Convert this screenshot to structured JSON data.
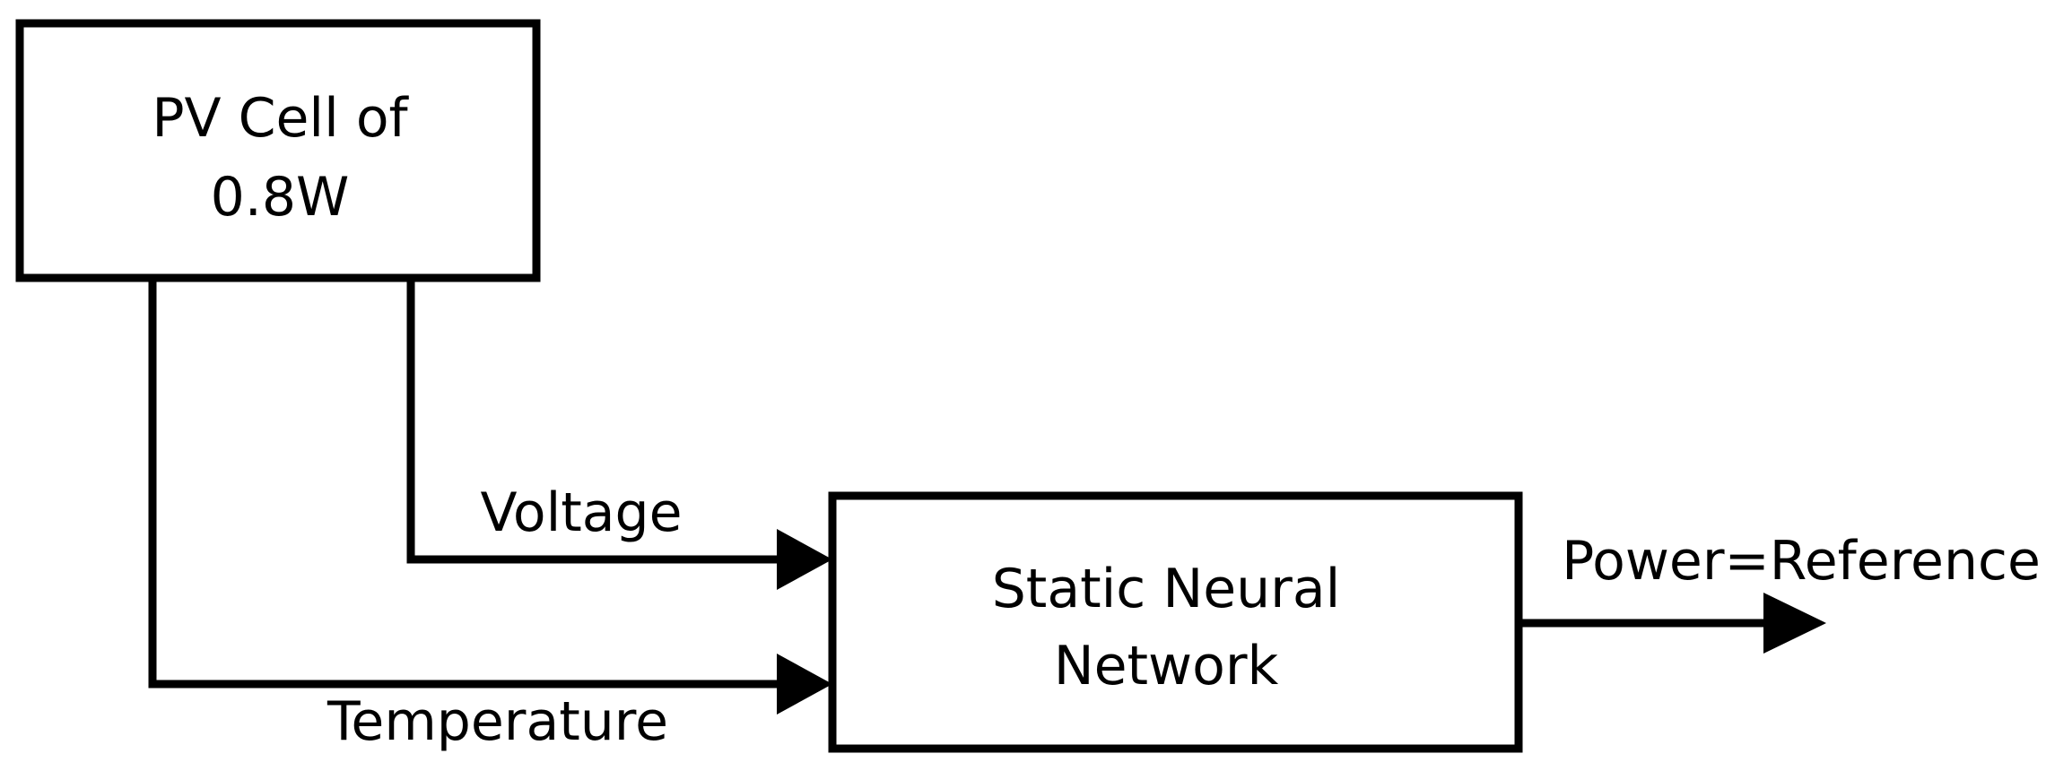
{
  "blocks": {
    "pv_cell": {
      "line1": "PV Cell of",
      "line2": "0.8W"
    },
    "neural_network": {
      "line1": "Static Neural",
      "line2": "Network"
    }
  },
  "signals": {
    "voltage": "Voltage",
    "temperature": "Temperature",
    "output": "Power=Reference"
  }
}
